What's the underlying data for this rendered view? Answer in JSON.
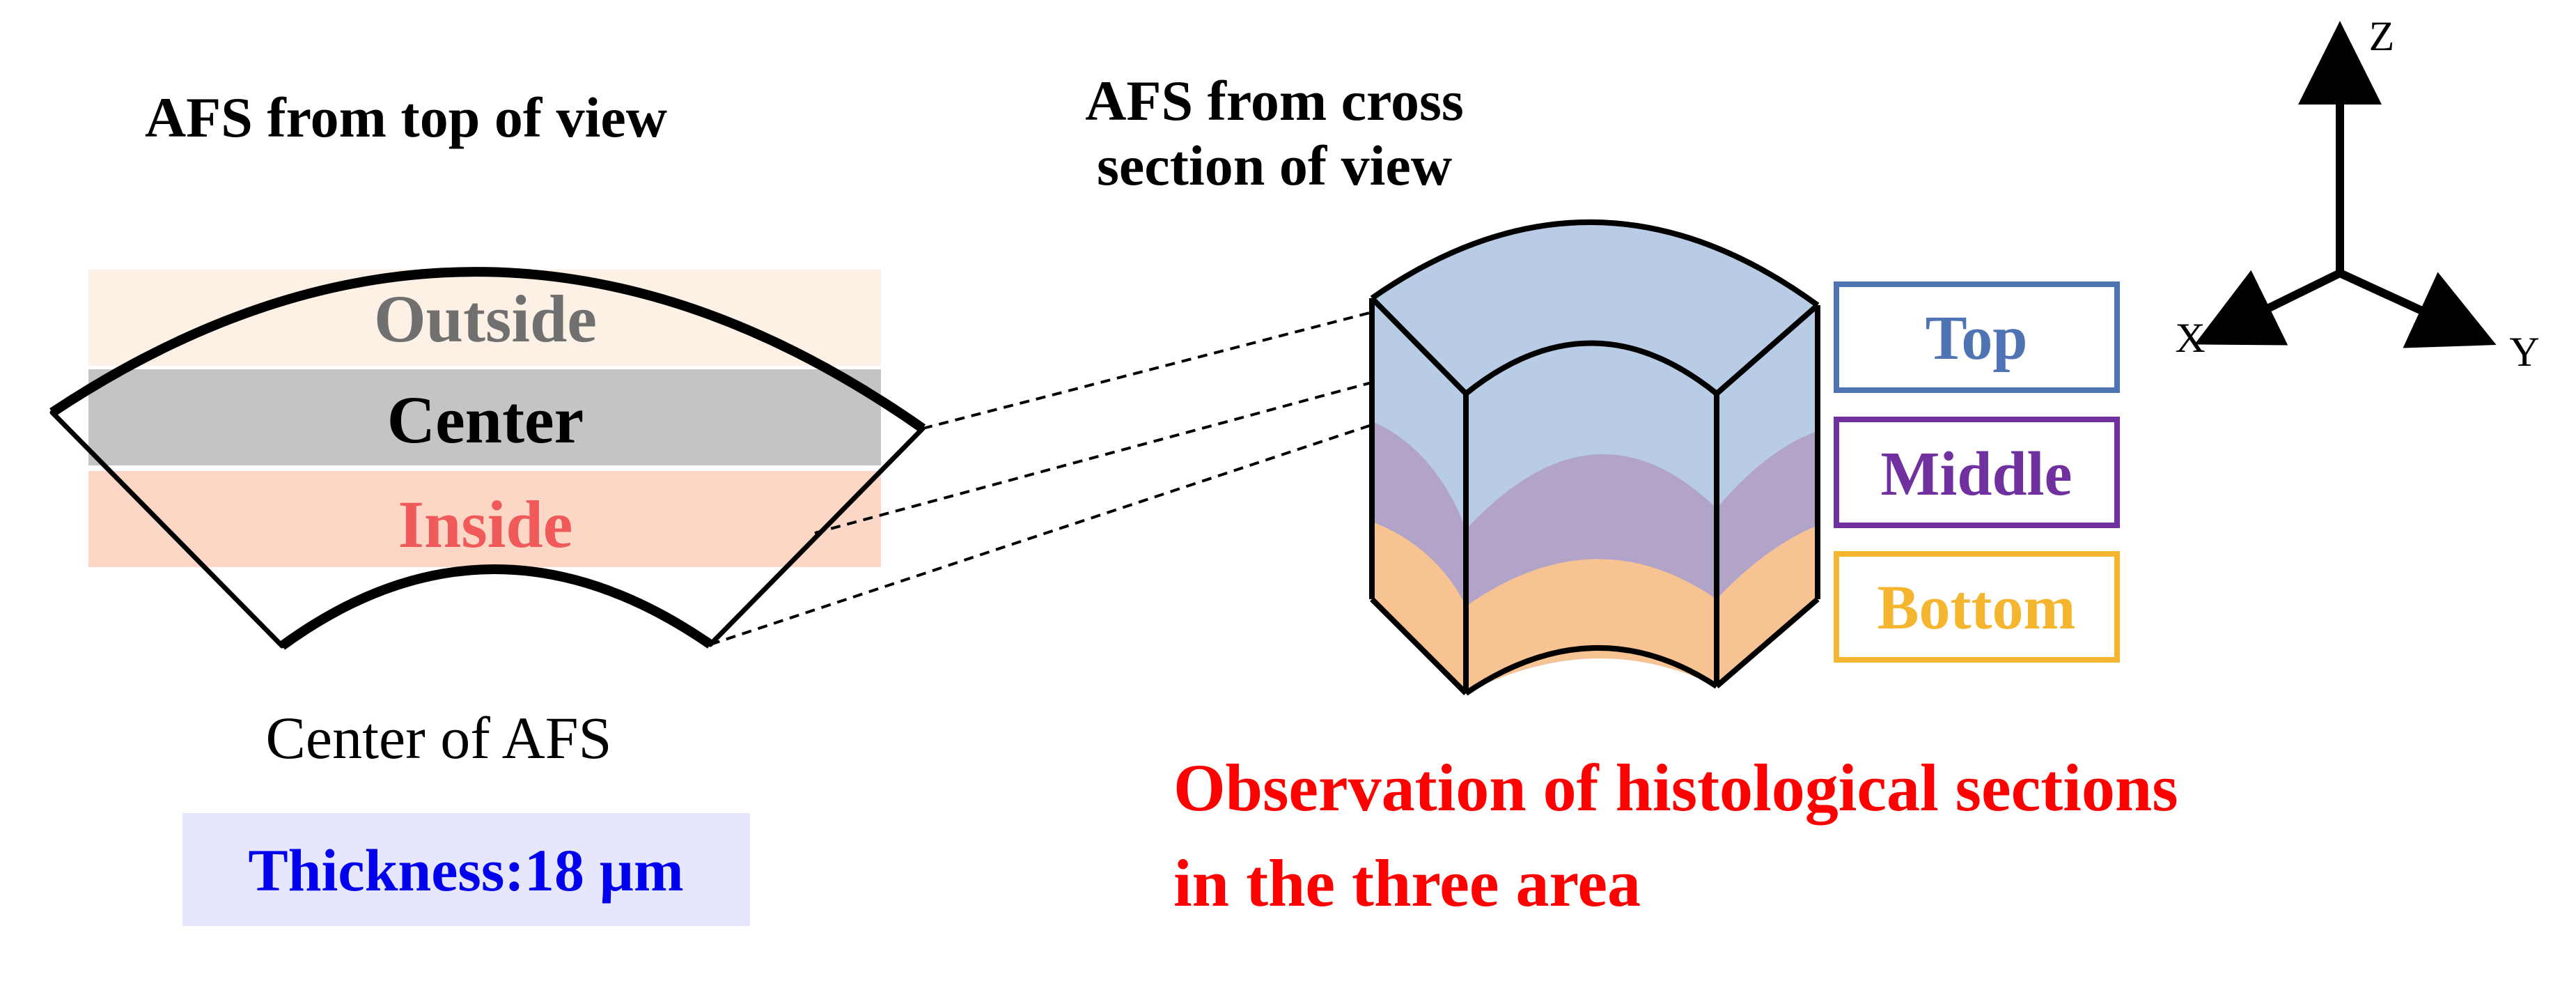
{
  "top_view": {
    "title": "AFS from top of view",
    "bands": {
      "outside": "Outside",
      "center": "Center",
      "inside": "Inside"
    },
    "caption": "Center of AFS",
    "thickness": "Thickness:18 µm"
  },
  "cross_view": {
    "title_line1": "AFS from cross",
    "title_line2": "section of view",
    "layers": {
      "top": "Top",
      "middle": "Middle",
      "bottom": "Bottom"
    }
  },
  "axes": {
    "z": "Z",
    "x": "X",
    "y": "Y"
  },
  "observation": {
    "line1": "Observation of histological sections",
    "line2": "in the three area"
  },
  "colors": {
    "outside_band": "#FDF1E6",
    "center_band": "#C4C4C4",
    "inside_band": "#FDD7C5",
    "outside_text": "#707070",
    "center_text": "#000000",
    "inside_text": "#F05A5A",
    "thickness_bg": "#E6E6FC",
    "thickness_text": "#0000EE",
    "top_layer": "#B8CCE6",
    "middle_layer": "#B2A4C8",
    "bottom_layer": "#F8C392",
    "top_box": "#4F74B4",
    "middle_box": "#7030A0",
    "bottom_box": "#F5B52E",
    "observation_text": "#FF0000"
  }
}
